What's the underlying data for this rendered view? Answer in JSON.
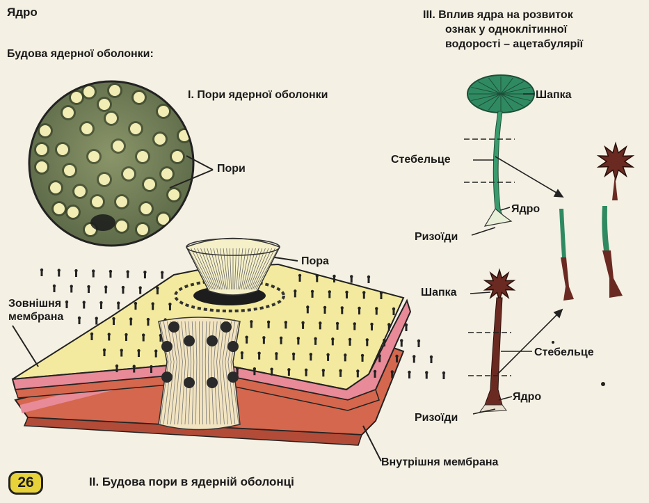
{
  "page": {
    "title": "Ядро",
    "subtitle": "Будова ядерної оболонки:",
    "page_number": "26"
  },
  "section1": {
    "title": "I. Пори ядерної оболонки",
    "label_pores": "Пори"
  },
  "section2": {
    "title": "II. Будова пори в ядерній оболонці",
    "label_pore": "Пора",
    "label_outer_line1": "Зовнішня",
    "label_outer_line2": "мембрана",
    "label_inner": "Внутрішня мембрана"
  },
  "section3": {
    "title_line1": "III. Вплив ядра на розвиток",
    "title_line2": "ознак у одноклітинної",
    "title_line3": "водорості – ацетабулярії",
    "cap1": "Шапка",
    "stalk1": "Стебельце",
    "nucleus1": "Ядро",
    "rhizoids1": "Ризоїди",
    "cap2": "Шапка",
    "stalk2": "Стебельце",
    "nucleus2": "Ядро",
    "rhizoids2": "Ризоїди"
  },
  "colors": {
    "background": "#f4f0e3",
    "circle_fill": "#6f7d55",
    "pore_fill": "#f2edb4",
    "membrane_top": "#f3ea9f",
    "membrane_pink": "#e88a97",
    "algae_green": "#2f8a62",
    "algae_brown": "#6a2a22",
    "badge": "#e8d23a"
  }
}
